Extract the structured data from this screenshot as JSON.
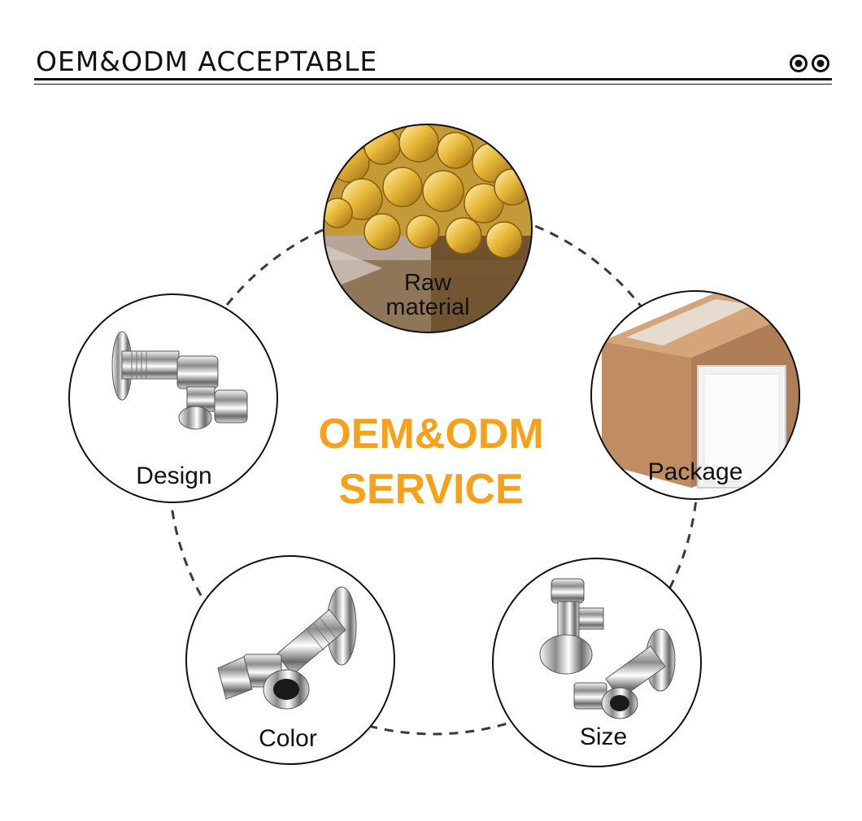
{
  "header": {
    "title": "OEM&ODM ACCEPTABLE",
    "icon": "double-circle-icon"
  },
  "center": {
    "line1": "OEM&ODM",
    "line2": "SERVICE",
    "color": "#f7a11a"
  },
  "nodes": {
    "raw_material": {
      "line1": "Raw",
      "line2": "material"
    },
    "design": {
      "label": "Design"
    },
    "package": {
      "label": "Package"
    },
    "color": {
      "label": "Color"
    },
    "size": {
      "label": "Size"
    }
  }
}
